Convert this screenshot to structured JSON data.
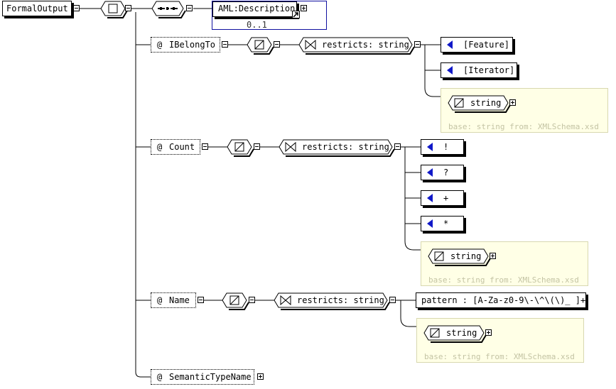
{
  "root": {
    "label": "FormalOutput"
  },
  "sequence": {
    "child": {
      "label": "AML:Description",
      "occurs": "0..1"
    }
  },
  "attributes": [
    {
      "label": "IBelongTo",
      "restriction": "restricts: string",
      "facets": [
        "[Feature]",
        "[Iterator]"
      ],
      "base": {
        "type": "string",
        "note": "base: string from: XMLSchema.xsd"
      }
    },
    {
      "label": "Count",
      "restriction": "restricts: string",
      "facets": [
        "!",
        "?",
        "+",
        "*"
      ],
      "base": {
        "type": "string",
        "note": "base: string from: XMLSchema.xsd"
      }
    },
    {
      "label": "Name",
      "restriction": "restricts: string",
      "pattern": "pattern : [A-Za-z0-9\\-\\^\\(\\)_ ]+",
      "base": {
        "type": "string",
        "note": "base: string from: XMLSchema.xsd"
      }
    },
    {
      "label": "SemanticTypeName"
    }
  ],
  "attribute_symbol": "@",
  "colors": {
    "enum_marker": "#1018c8",
    "ref_border": "#1010a0",
    "base_fill": "#ffffe6",
    "faint_text": "#c4c4a4"
  }
}
